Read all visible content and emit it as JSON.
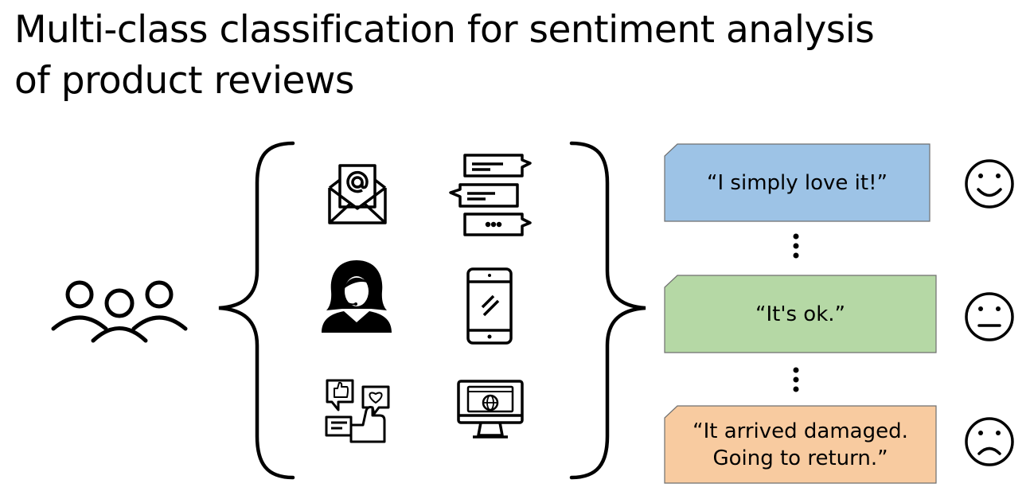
{
  "title": {
    "line1": "Multi-class classification for sentiment analysis",
    "line2": "of product reviews"
  },
  "sources": [
    {
      "icon": "email-icon"
    },
    {
      "icon": "chat-messages-icon"
    },
    {
      "icon": "support-agent-icon"
    },
    {
      "icon": "smartphone-icon"
    },
    {
      "icon": "social-media-icon"
    },
    {
      "icon": "website-icon"
    }
  ],
  "users_icon": "users-group-icon",
  "reviews": [
    {
      "lines": [
        "“I simply love it!”"
      ],
      "color": "#9dc3e6",
      "sentiment_icon": "happy-face-icon"
    },
    {
      "lines": [
        "“It's ok.”"
      ],
      "color": "#b5d8a5",
      "sentiment_icon": "neutral-face-icon"
    },
    {
      "lines": [
        "“It arrived damaged.",
        "Going to return.”"
      ],
      "color": "#f8cba0",
      "sentiment_icon": "sad-face-icon"
    }
  ],
  "colors": {
    "stroke": "#000000",
    "card_border": "#6f6f6f"
  }
}
